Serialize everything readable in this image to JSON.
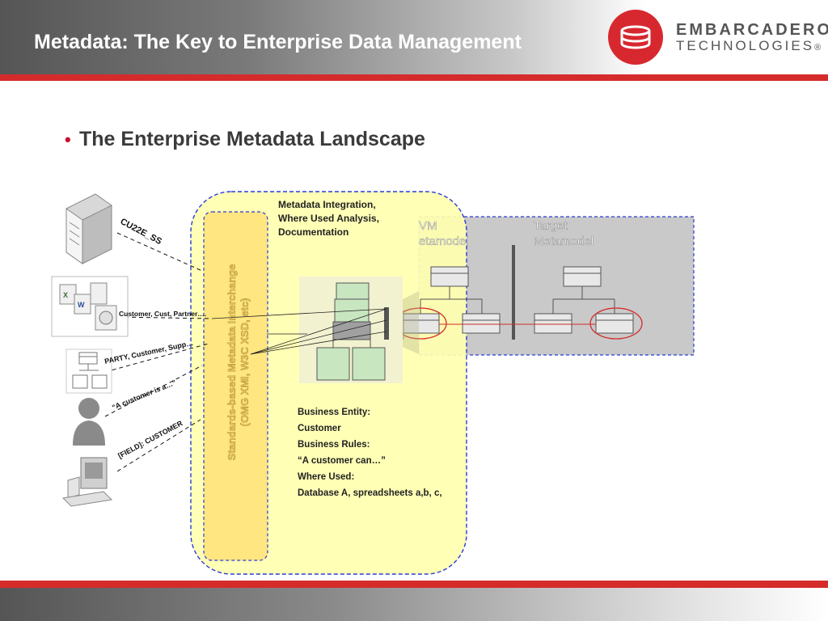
{
  "header": {
    "title": "Metadata: The Key to Enterprise Data Management",
    "logo_line1": "EMBARCADERO",
    "logo_line2": "TECHNOLOGIES",
    "logo_reg": "®"
  },
  "bullet": {
    "text": "The Enterprise Metadata Landscape"
  },
  "diagram": {
    "sources": [
      {
        "icon": "server-icon",
        "label": "CU22E_SS"
      },
      {
        "icon": "documents-icon",
        "label": "Customer, Cust, Partner…."
      },
      {
        "icon": "data-model-icon",
        "label": "PARTY, Customer, Supp…"
      },
      {
        "icon": "person-icon",
        "label": "“A customer is a…”"
      },
      {
        "icon": "computer-icon",
        "label": "[FIELD]: CUSTOMER"
      }
    ],
    "standards_label_line1": "Standards-based Metadata Interchange",
    "standards_label_line2": "(OMG XMI, W3C XSD, etc)",
    "integration_lines": [
      "Metadata Integration,",
      "Where Used Analysis,",
      "Documentation"
    ],
    "metamodel_left_line1": "VM",
    "metamodel_left_line2": "etamodel",
    "metamodel_right_line1": "Target",
    "metamodel_right_line2": "Metamodel",
    "info": [
      "Business Entity:",
      "Customer",
      "Business Rules:",
      "“A customer can…”",
      "Where Used:",
      "Database A, spreadsheets a,b, c,"
    ],
    "colors": {
      "accent_red": "#d52b2b",
      "dashed_blue": "#2a3bd6",
      "yellow_panel": "#ffffb0",
      "orange_bar": "#ffe680",
      "metamodel_gray": "#c9c9c9"
    }
  }
}
